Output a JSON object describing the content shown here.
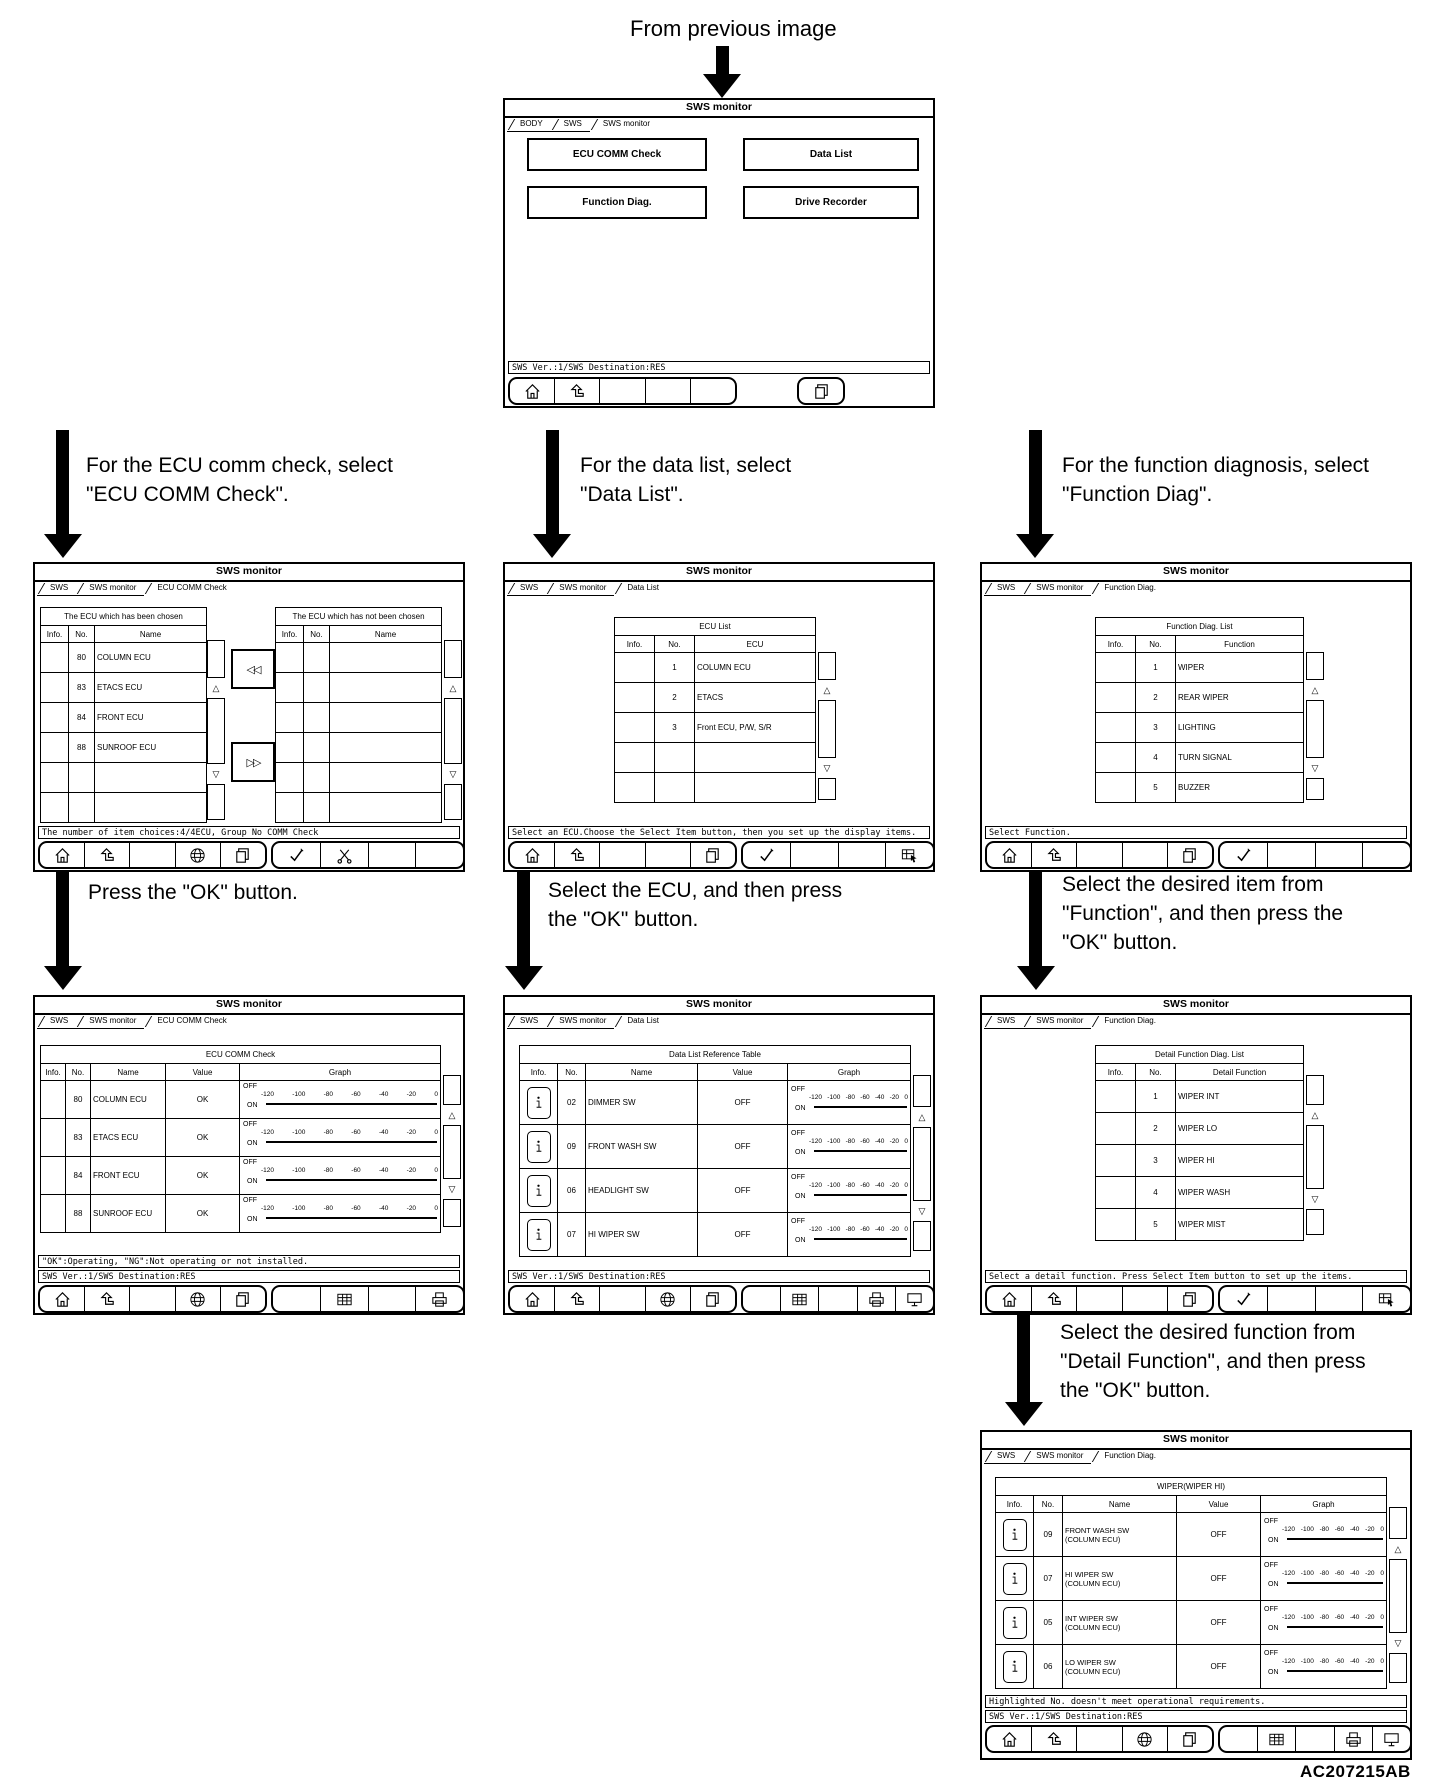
{
  "figure": {
    "from_previous": "From previous image",
    "code": "AC207215AB"
  },
  "common": {
    "title": "SWS monitor",
    "sws_ver": "SWS Ver.:1/SWS Destination:RES",
    "on": "ON",
    "off": "OFF",
    "ticks": [
      "-120",
      "-100",
      "-80",
      "-60",
      "-40",
      "-20",
      "0"
    ],
    "up": "△",
    "down": "▽"
  },
  "instr": {
    "r1a": [
      "For the ECU comm check, select",
      "\"ECU COMM Check\"."
    ],
    "r1b": [
      "For the data list, select",
      "\"Data List\"."
    ],
    "r1c": [
      "For the function diagnosis, select",
      "\"Function Diag\"."
    ],
    "r2a": "Press the \"OK\" button.",
    "r2b": [
      "Select the ECU, and then press",
      "the \"OK\" button."
    ],
    "r2c": [
      "Select the desired item from",
      "\"Function\", and then press the",
      "\"OK\" button."
    ],
    "r3c": [
      "Select the desired function from",
      "\"Detail Function\", and then press",
      "the \"OK\" button."
    ]
  },
  "menu": {
    "tabs": [
      "BODY",
      "SWS",
      "SWS monitor"
    ],
    "buttons": [
      "ECU COMM Check",
      "Data List",
      "Function Diag.",
      "Drive Recorder"
    ]
  },
  "ecu_select": {
    "tabs": [
      "SWS",
      "SWS monitor",
      "ECU COMM Check"
    ],
    "chosen_title": "The ECU which has been chosen",
    "not_chosen_title": "The ECU which has not been chosen",
    "headers": [
      "Info.",
      "No.",
      "Name"
    ],
    "rows": [
      {
        "no": "80",
        "name": "COLUMN ECU"
      },
      {
        "no": "83",
        "name": "ETACS ECU"
      },
      {
        "no": "84",
        "name": "FRONT ECU"
      },
      {
        "no": "88",
        "name": "SUNROOF ECU"
      }
    ],
    "left_btn": "◁◁",
    "right_btn": "▷▷",
    "status": "The number of item choices:4/4ECU, Group No COMM Check"
  },
  "ecu_list": {
    "tabs": [
      "SWS",
      "SWS monitor",
      "Data List"
    ],
    "table_title": "ECU List",
    "headers": [
      "Info.",
      "No.",
      "ECU"
    ],
    "rows": [
      {
        "no": "1",
        "ecu": "COLUMN ECU"
      },
      {
        "no": "2",
        "ecu": "ETACS"
      },
      {
        "no": "3",
        "ecu": "Front ECU, P/W, S/R"
      }
    ],
    "status": "Select an ECU.Choose the Select Item button, then you set up the display items."
  },
  "func_list": {
    "tabs": [
      "SWS",
      "SWS monitor",
      "Function Diag."
    ],
    "table_title": "Function Diag. List",
    "headers": [
      "Info.",
      "No.",
      "Function"
    ],
    "rows": [
      {
        "no": "1",
        "fn": "WIPER"
      },
      {
        "no": "2",
        "fn": "REAR WIPER"
      },
      {
        "no": "3",
        "fn": "LIGHTING"
      },
      {
        "no": "4",
        "fn": "TURN SIGNAL"
      },
      {
        "no": "5",
        "fn": "BUZZER"
      }
    ],
    "status": "Select Function."
  },
  "comm_check": {
    "tabs": [
      "SWS",
      "SWS monitor",
      "ECU COMM Check"
    ],
    "table_title": "ECU COMM Check",
    "headers": [
      "Info.",
      "No.",
      "Name",
      "Value",
      "Graph"
    ],
    "rows": [
      {
        "no": "80",
        "name": "COLUMN ECU",
        "value": "OK"
      },
      {
        "no": "83",
        "name": "ETACS ECU",
        "value": "OK"
      },
      {
        "no": "84",
        "name": "FRONT ECU",
        "value": "OK"
      },
      {
        "no": "88",
        "name": "SUNROOF ECU",
        "value": "OK"
      }
    ],
    "status": "\"OK\":Operating, \"NG\":Not operating or not installed."
  },
  "data_ref": {
    "tabs": [
      "SWS",
      "SWS monitor",
      "Data List"
    ],
    "table_title": "Data List Reference Table",
    "headers": [
      "Info.",
      "No.",
      "Name",
      "Value",
      "Graph"
    ],
    "rows": [
      {
        "no": "02",
        "name": "DIMMER SW",
        "value": "OFF"
      },
      {
        "no": "09",
        "name": "FRONT WASH SW",
        "value": "OFF"
      },
      {
        "no": "06",
        "name": "HEADLIGHT SW",
        "value": "OFF"
      },
      {
        "no": "07",
        "name": "HI WIPER SW",
        "value": "OFF"
      }
    ]
  },
  "detail_func": {
    "tabs": [
      "SWS",
      "SWS monitor",
      "Function Diag."
    ],
    "table_title": "Detail Function Diag. List",
    "headers": [
      "Info.",
      "No.",
      "Detail Function"
    ],
    "rows": [
      {
        "no": "1",
        "fn": "WIPER INT"
      },
      {
        "no": "2",
        "fn": "WIPER LO"
      },
      {
        "no": "3",
        "fn": "WIPER HI"
      },
      {
        "no": "4",
        "fn": "WIPER WASH"
      },
      {
        "no": "5",
        "fn": "WIPER MIST"
      }
    ],
    "status": "Select a detail function. Press Select Item button to set up the items."
  },
  "wiper_hi": {
    "tabs": [
      "SWS",
      "SWS monitor",
      "Function Diag."
    ],
    "table_title": "WIPER(WIPER HI)",
    "headers": [
      "Info.",
      "No.",
      "Name",
      "Value",
      "Graph"
    ],
    "rows": [
      {
        "no": "09",
        "name": "FRONT WASH SW",
        "sub": "(COLUMN ECU)",
        "value": "OFF"
      },
      {
        "no": "07",
        "name": "HI WIPER SW",
        "sub": "(COLUMN ECU)",
        "value": "OFF"
      },
      {
        "no": "05",
        "name": "INT WIPER SW",
        "sub": "(COLUMN ECU)",
        "value": "OFF"
      },
      {
        "no": "06",
        "name": "LO WIPER SW",
        "sub": "(COLUMN ECU)",
        "value": "OFF"
      }
    ],
    "status": "Highlighted No. doesn't meet operational requirements."
  }
}
